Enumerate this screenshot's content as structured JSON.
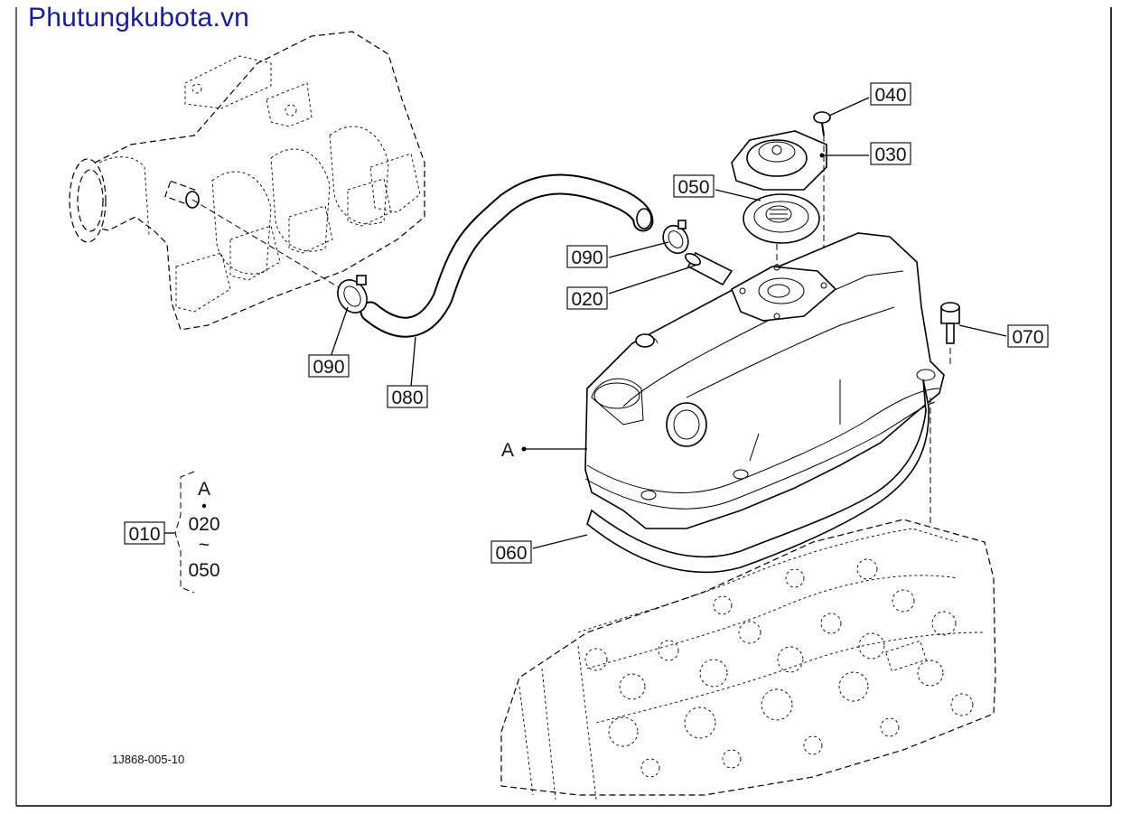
{
  "brand": {
    "text": "Phutungkubota.vn",
    "color": "#1a1f8c"
  },
  "callouts": [
    {
      "id": "040",
      "text": "040"
    },
    {
      "id": "030",
      "text": "030"
    },
    {
      "id": "050",
      "text": "050"
    },
    {
      "id": "090a",
      "text": "090"
    },
    {
      "id": "020",
      "text": "020"
    },
    {
      "id": "070",
      "text": "070"
    },
    {
      "id": "090b",
      "text": "090"
    },
    {
      "id": "080",
      "text": "080"
    },
    {
      "id": "060",
      "text": "060"
    },
    {
      "id": "010",
      "text": "010"
    }
  ],
  "marker_a": "A",
  "group": {
    "head": "A",
    "from": "020",
    "tilde": "~",
    "to": "050"
  },
  "drawing_code": "1J868-005-10"
}
